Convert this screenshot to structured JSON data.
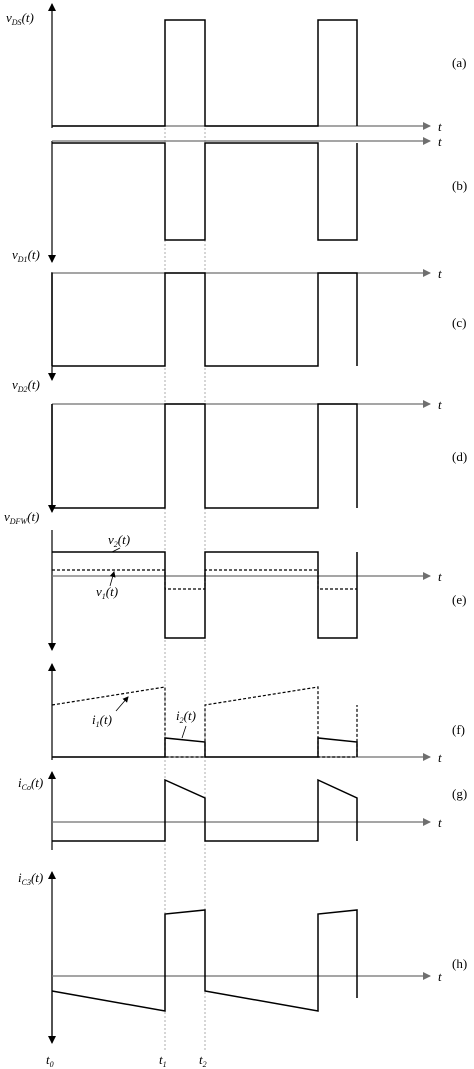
{
  "panel_tags": [
    "(a)",
    "(b)",
    "(c)",
    "(d)",
    "(e)",
    "(f)",
    "(g)",
    "(h)"
  ],
  "time_axis_label": "t",
  "signal_labels": {
    "vds": {
      "main": "v",
      "sub": "DS",
      "arg": "(t)"
    },
    "vd1": {
      "main": "v",
      "sub": "D1",
      "arg": "(t)"
    },
    "vd2": {
      "main": "v",
      "sub": "D2",
      "arg": "(t)"
    },
    "vdfw": {
      "main": "v",
      "sub": "DFW",
      "arg": "(t)"
    },
    "v2": {
      "main": "v",
      "sub": "2",
      "arg": "(t)"
    },
    "v1": {
      "main": "v",
      "sub": "1",
      "arg": "(t)"
    },
    "i1": {
      "main": "i",
      "sub": "1",
      "arg": "(t)"
    },
    "i2": {
      "main": "i",
      "sub": "2",
      "arg": "(t)"
    },
    "ico": {
      "main": "i",
      "sub": "Co",
      "arg": "(t)"
    },
    "ic3": {
      "main": "i",
      "sub": "C3",
      "arg": "(t)"
    }
  },
  "time_marks": [
    {
      "main": "t",
      "sub": "0"
    },
    {
      "main": "t",
      "sub": "1"
    },
    {
      "main": "t",
      "sub": "2"
    }
  ]
}
